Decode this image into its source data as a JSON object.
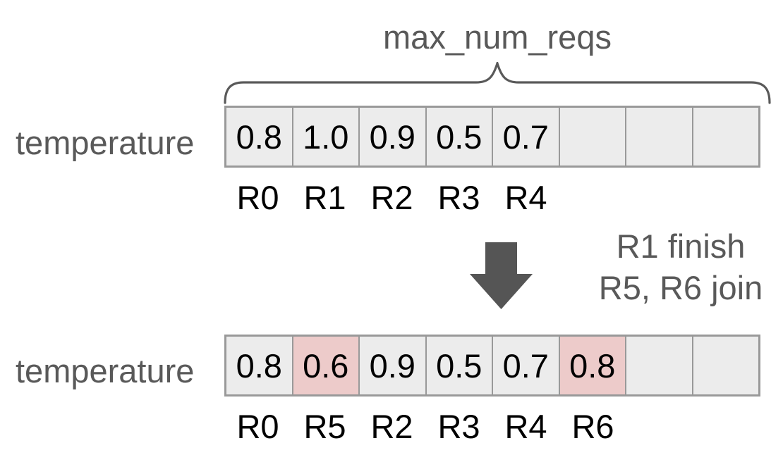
{
  "title": "max_num_reqs",
  "rows": {
    "before": {
      "label": "temperature",
      "values": [
        "0.8",
        "1.0",
        "0.9",
        "0.5",
        "0.7",
        "",
        "",
        ""
      ],
      "request_ids": [
        "R0",
        "R1",
        "R2",
        "R3",
        "R4",
        "",
        "",
        ""
      ],
      "highlighted_indices": []
    },
    "after": {
      "label": "temperature",
      "values": [
        "0.8",
        "0.6",
        "0.9",
        "0.5",
        "0.7",
        "0.8",
        "",
        ""
      ],
      "request_ids": [
        "R0",
        "R5",
        "R2",
        "R3",
        "R4",
        "R6",
        "",
        ""
      ],
      "highlighted_indices": [
        1,
        5
      ]
    }
  },
  "transition": {
    "note_line1": "R1 finish",
    "note_line2": "R5, R6 join",
    "arrow_icon": "down-arrow"
  },
  "colors": {
    "cell_fill": "#ececec",
    "cell_highlight_fill": "#edcbca",
    "cell_border": "#999999",
    "text_gray": "#595959",
    "arrow_fill": "#555555",
    "value_text": "#000000"
  }
}
